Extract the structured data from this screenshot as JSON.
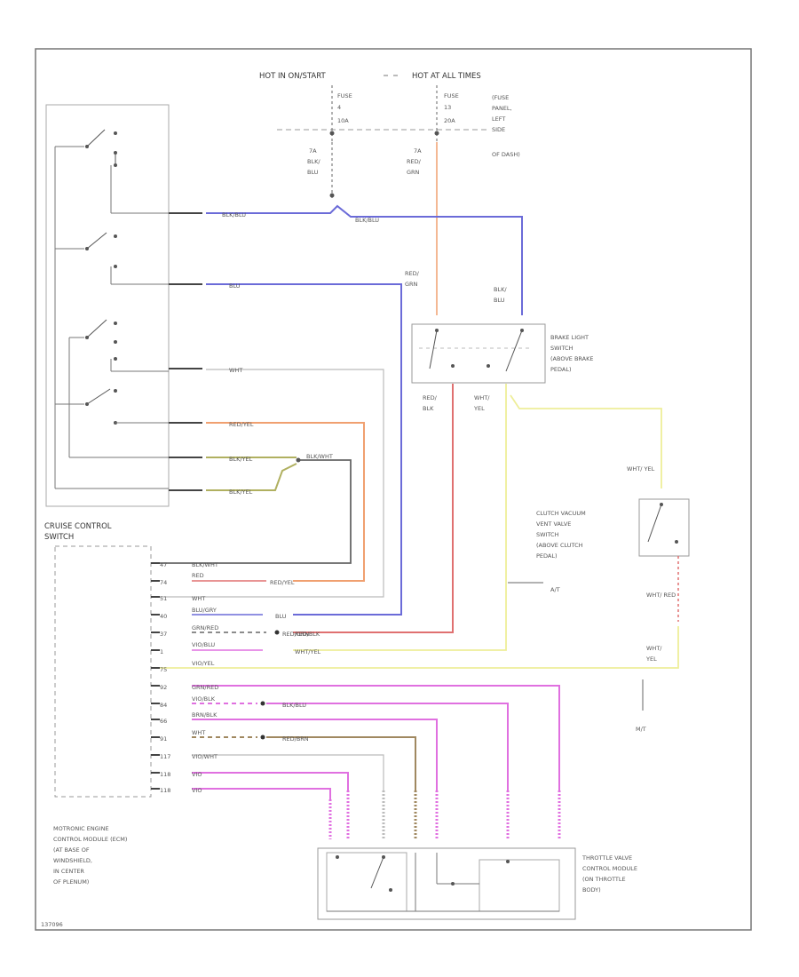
{
  "supply": {
    "hot_left": "HOT IN ON/START",
    "hot_right": "HOT AT ALL TIMES",
    "fuse_left": "FUSE",
    "fuse_left_num": "4",
    "fuse_left_amp": "10A",
    "fuse_right": "FUSE",
    "fuse_right_num": "13",
    "fuse_right_amp": "20A",
    "fuse_panel": [
      "(FUSE",
      "PANEL,",
      "LEFT",
      "SIDE",
      "OF DASH)"
    ]
  },
  "brake_switch": {
    "label": [
      "BRAKE LIGHT",
      "SWITCH",
      "(ABOVE BRAKE",
      "PEDAL)"
    ]
  },
  "clutch_switch": {
    "label": [
      "CLUTCH VACUUM",
      "VENT VALVE",
      "SWITCH",
      "(ABOVE CLUTCH",
      "PEDAL)"
    ]
  },
  "cruise_switch": {
    "label": [
      "CRUISE CONTROL",
      "SWITCH"
    ]
  },
  "ecm": {
    "label": [
      "MOTRONIC ENGINE",
      "CONTROL MODULE (ECM)",
      "(AT BASE OF",
      "WINDSHIELD,",
      "IN CENTER",
      "OF PLENUM)"
    ]
  },
  "throttle": {
    "label": [
      "THROTTLE VALVE",
      "CONTROL MODULE",
      "(ON THROTTLE",
      "BODY)"
    ]
  },
  "wires": {
    "blk_blu_1": "BLK/BLU",
    "blk_blu_2": "BLK/BLU",
    "blu": "BLU",
    "wht": "WHT",
    "red_yel": "RED/YEL",
    "blk_yel_1": "BLK/YEL",
    "blk_yel_2": "BLK/YEL",
    "blk_wht": "BLK/WHT",
    "red_grn": "RED/GRN",
    "wht_yel": "WHT/YEL",
    "red_blk": "RED/BLK",
    "blk_blu_3": "BLK/BLU",
    "red_brn": "RED/BRN",
    "wht_yel_2": "WHT/ YEL",
    "wht_red": "WHT/ RED"
  },
  "ecm_pins": [
    {
      "pin": "47",
      "color": "BLK/WHT"
    },
    {
      "pin": "74",
      "color": "RED"
    },
    {
      "pin": "51",
      "color": "WHT"
    },
    {
      "pin": "40",
      "color": "BLU/GRY"
    },
    {
      "pin": "37",
      "color": "GRN/RED"
    },
    {
      "pin": "1",
      "color": "VIO/BLU"
    },
    {
      "pin": "75",
      "color": "VIO/YEL"
    },
    {
      "pin": "92",
      "color": "GRN/RED"
    },
    {
      "pin": "84",
      "color": "VIO/BLK"
    },
    {
      "pin": "66",
      "color": "BRN/BLK"
    },
    {
      "pin": "91",
      "color": "WHT"
    },
    {
      "pin": "117",
      "color": "VIO/WHT"
    },
    {
      "pin": "118",
      "color": "VIO"
    }
  ],
  "notes": {
    "at": "A/T",
    "mt": "M/T",
    "code": "137096"
  },
  "colors": {
    "purple": "#6b6bd8",
    "orange": "#f0a070",
    "red": "#e07070",
    "yellow": "#eeee99",
    "magenta": "#e070e0",
    "gray": "#666666",
    "brown": "#a08860",
    "olive": "#b0b060"
  }
}
